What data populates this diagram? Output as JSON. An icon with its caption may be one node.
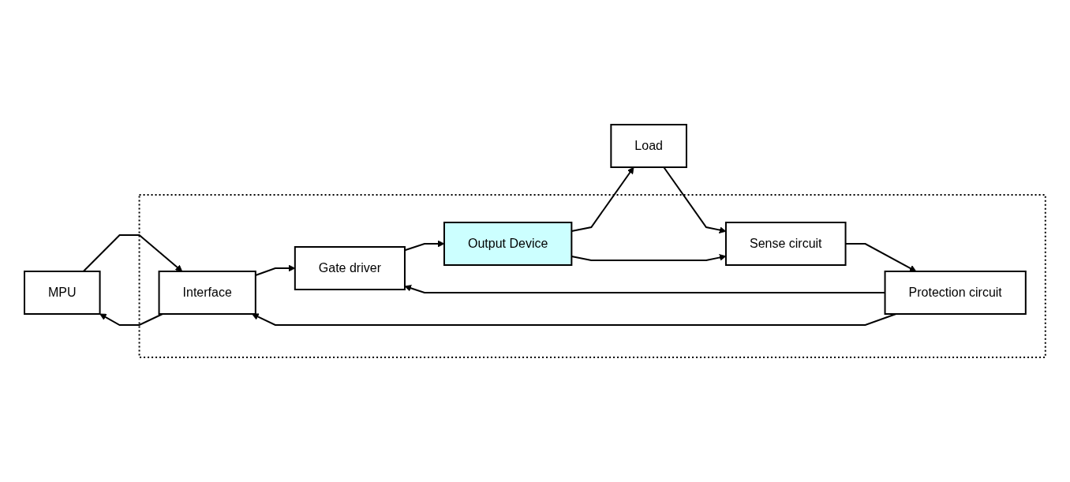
{
  "diagram": {
    "nodes": [
      {
        "text": [
          "MPU"
        ]
      },
      {
        "text": [],
        "shape": "box"
      },
      {
        "text": [
          "Interface"
        ],
        "in": 1
      },
      {
        "text": [
          "Gate driver"
        ],
        "in": 1
      },
      {
        "text": [
          "Output Device"
        ],
        "in": 1
      },
      {
        "text": [
          "Protection circuit"
        ],
        "in": 1
      },
      {
        "text": [
          "Sense circuit"
        ],
        "in": 1
      },
      {
        "text": [
          "Load"
        ]
      }
    ],
    "edges": [
      {
        "from": 0,
        "to": 2,
        "arrow": "to"
      },
      {
        "from": 2,
        "to": 0,
        "arrow": "to"
      },
      {
        "from": 2,
        "to": 3,
        "arrow": "to"
      },
      {
        "from": 3,
        "to": 4,
        "arrow": "to"
      },
      {
        "from": 4,
        "to": 7,
        "arrow": "to"
      },
      {
        "from": 4,
        "to": 6,
        "arrow": "to"
      },
      {
        "from": 7,
        "to": 6,
        "arrow": "to"
      },
      {
        "from": 6,
        "to": 5,
        "arrow": "to"
      },
      {
        "from": 5,
        "to": 2,
        "arrow": "to"
      },
      {
        "from": 5,
        "to": 3,
        "arrow": "to"
      }
    ]
  }
}
